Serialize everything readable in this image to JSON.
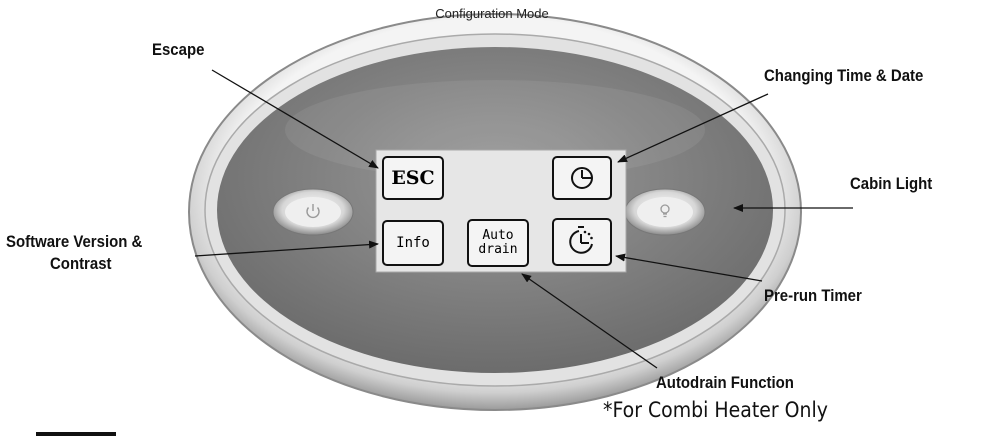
{
  "title": "Configuration Mode",
  "panel": {
    "keys": {
      "esc": "ESC",
      "info": "Info",
      "autodrain": "Auto\ndrain"
    },
    "icons": {
      "clock": "clock-icon",
      "prerun_timer": "timer-icon",
      "power": "power-icon",
      "light": "light-bulb-icon"
    }
  },
  "callouts": {
    "escape": "Escape",
    "time_date": "Changing Time & Date",
    "cabin_light": "Cabin Light",
    "software_line1": "Software Version &",
    "software_line2": "Contrast",
    "prerun": "Pre-run Timer",
    "autodrain": "Autodrain Function",
    "note": "*For Combi Heater Only"
  }
}
